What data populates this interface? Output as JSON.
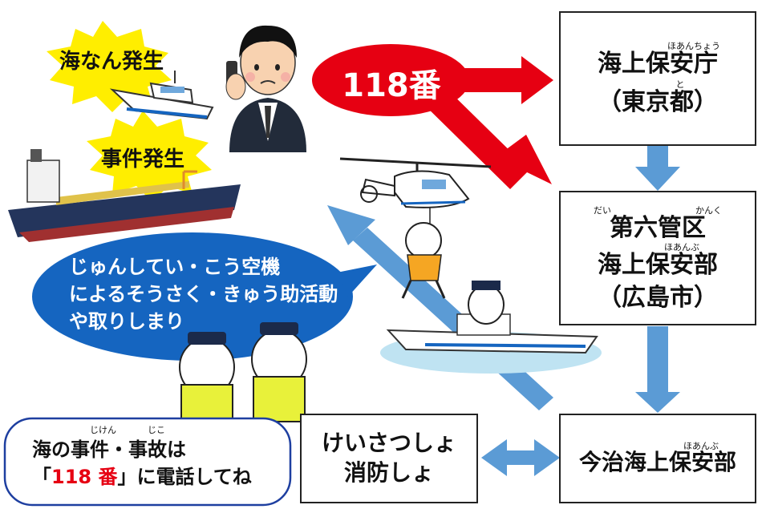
{
  "incidents": {
    "sea_accident": "海なん発生",
    "case": "事件発生"
  },
  "call": {
    "number": "118番"
  },
  "boxes": {
    "coast_guard_hq": {
      "ruby": "ほあんちょう",
      "line1": "海上保安庁",
      "ruby2": "と",
      "line2": "（東京都）"
    },
    "district6": {
      "ruby_dai": "だい",
      "ruby_kanku": "かんく",
      "line1": "第六管区",
      "ruby2": "ほあんぶ",
      "line2": "海上保安部",
      "line3": "（広島市）"
    },
    "imabari": {
      "ruby": "ほあんぶ",
      "line1": "今治海上保安部"
    },
    "police_fire": {
      "line1": "けいさつしょ",
      "line2": "消防しょ"
    }
  },
  "bubble": {
    "line1": "じゅんしてい・こう空機",
    "line2": "によるそうさく・きゅう助活動",
    "line3": "や取りしまり"
  },
  "note": {
    "ruby_jiken": "じけん",
    "ruby_jiko": "じこ",
    "line1": "海の事件・事故は",
    "quote_open": "「",
    "number": "118 番",
    "line2_rest": "」に電話してね"
  },
  "colors": {
    "red_arrow": "#e60012",
    "blue_arrow": "#5b9bd5",
    "bubble": "#1565c0",
    "burst": "#ffee00",
    "note_border": "#1e3fa0"
  }
}
